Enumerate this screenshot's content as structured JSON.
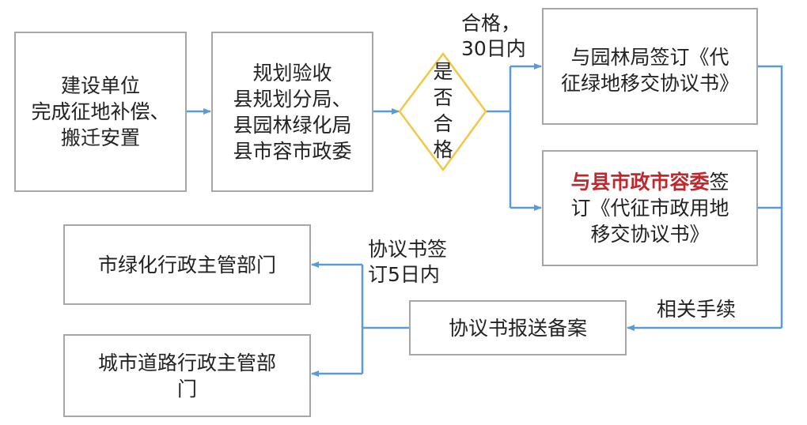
{
  "nodes": {
    "builder": [
      "建设单位",
      "完成征地补偿、",
      "搬迁安置"
    ],
    "inspection": [
      "规划验收",
      "县规划分局、",
      "县园林绿化局",
      "县市容市政委"
    ],
    "decision": "是否合格",
    "garden_agreement": [
      "与园林局签订《代",
      "征绿地移交协议书》"
    ],
    "municipal_agreement": {
      "highlight": "与县市政市容委",
      "rest": "签",
      "line2": "订《代征市政用地",
      "line3": "移交协议书》"
    },
    "filing": "协议书报送备案",
    "greening_dept": "市绿化行政主管部门",
    "road_dept": [
      "城市道路行政主管部",
      "门"
    ]
  },
  "edge_labels": {
    "qualified": [
      "合格，",
      "30日内"
    ],
    "signed": [
      "协议书签",
      "订5日内"
    ],
    "procedures": "相关手续"
  },
  "colors": {
    "line": "#5b9bd5",
    "diamond": "#f2c744",
    "highlight": "#c0282d",
    "border": "#a6a6a6"
  }
}
